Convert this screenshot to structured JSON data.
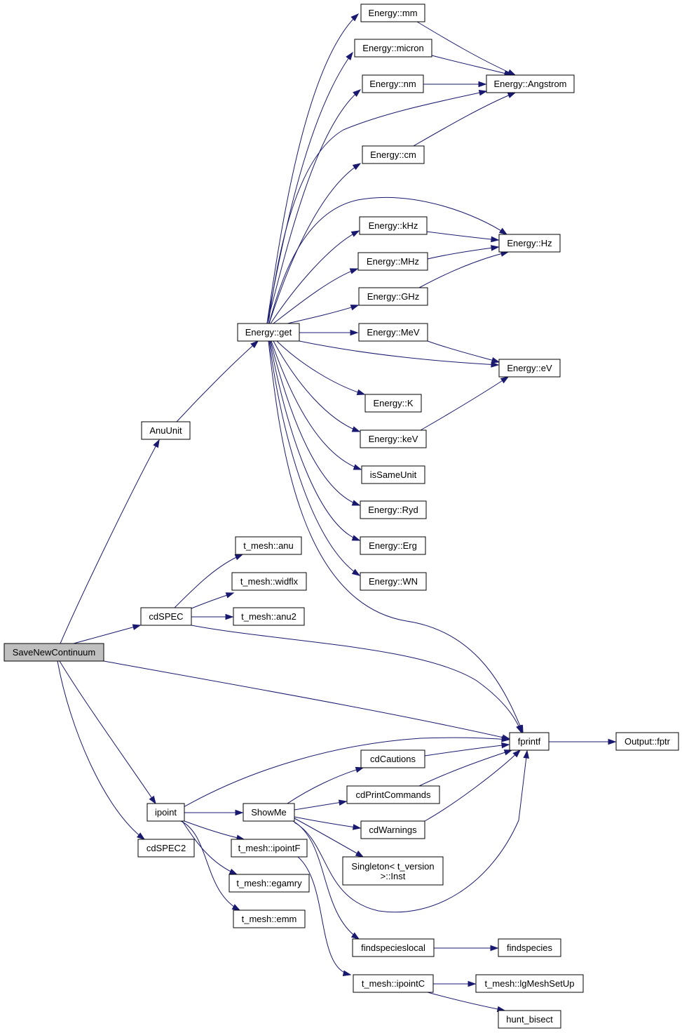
{
  "colors": {
    "edge": "#191970",
    "node_fill": "#ffffff",
    "node_border": "#000000",
    "root_fill": "#bfbfbf"
  },
  "nodes": {
    "savenewcontinuum": "SaveNewContinuum",
    "anuunit": "AnuUnit",
    "energy_get": "Energy::get",
    "energy_mm": "Energy::mm",
    "energy_micron": "Energy::micron",
    "energy_nm": "Energy::nm",
    "energy_angstrom": "Energy::Angstrom",
    "energy_cm": "Energy::cm",
    "energy_khz": "Energy::kHz",
    "energy_mhz": "Energy::MHz",
    "energy_ghz": "Energy::GHz",
    "energy_hz": "Energy::Hz",
    "energy_mev": "Energy::MeV",
    "energy_ev": "Energy::eV",
    "energy_k": "Energy::K",
    "energy_kev": "Energy::keV",
    "issameunit": "isSameUnit",
    "energy_ryd": "Energy::Ryd",
    "energy_erg": "Energy::Erg",
    "energy_wn": "Energy::WN",
    "t_mesh_anu": "t_mesh::anu",
    "t_mesh_widflx": "t_mesh::widflx",
    "cdspec": "cdSPEC",
    "t_mesh_anu2": "t_mesh::anu2",
    "fprintf": "fprintf",
    "output_fptr": "Output::fptr",
    "cdcautions": "cdCautions",
    "cdprintcommands": "cdPrintCommands",
    "ipoint": "ipoint",
    "showme": "ShowMe",
    "cdwarnings": "cdWarnings",
    "cdspec2": "cdSPEC2",
    "t_mesh_ipointf": "t_mesh::ipointF",
    "singleton_line1": "Singleton< t_version",
    "singleton_line2": ">::Inst",
    "t_mesh_egamry": "t_mesh::egamry",
    "t_mesh_emm": "t_mesh::emm",
    "findspecieslocal": "findspecieslocal",
    "findspecies": "findspecies",
    "t_mesh_ipointc": "t_mesh::ipointC",
    "t_mesh_lgmeshsetup": "t_mesh::lgMeshSetUp",
    "hunt_bisect": "hunt_bisect"
  },
  "edges": [
    [
      "savenewcontinuum",
      "anuunit"
    ],
    [
      "savenewcontinuum",
      "cdspec"
    ],
    [
      "savenewcontinuum",
      "fprintf"
    ],
    [
      "savenewcontinuum",
      "ipoint"
    ],
    [
      "savenewcontinuum",
      "cdspec2"
    ],
    [
      "anuunit",
      "energy_get"
    ],
    [
      "energy_get",
      "energy_mm"
    ],
    [
      "energy_get",
      "energy_micron"
    ],
    [
      "energy_get",
      "energy_nm"
    ],
    [
      "energy_get",
      "energy_angstrom"
    ],
    [
      "energy_get",
      "energy_cm"
    ],
    [
      "energy_get",
      "energy_khz"
    ],
    [
      "energy_get",
      "energy_hz"
    ],
    [
      "energy_get",
      "energy_mhz"
    ],
    [
      "energy_get",
      "energy_ghz"
    ],
    [
      "energy_get",
      "energy_mev"
    ],
    [
      "energy_get",
      "energy_ev"
    ],
    [
      "energy_get",
      "energy_k"
    ],
    [
      "energy_get",
      "energy_kev"
    ],
    [
      "energy_get",
      "issameunit"
    ],
    [
      "energy_get",
      "energy_ryd"
    ],
    [
      "energy_get",
      "energy_erg"
    ],
    [
      "energy_get",
      "energy_wn"
    ],
    [
      "energy_get",
      "fprintf"
    ],
    [
      "energy_mm",
      "energy_angstrom"
    ],
    [
      "energy_micron",
      "energy_angstrom"
    ],
    [
      "energy_nm",
      "energy_angstrom"
    ],
    [
      "energy_cm",
      "energy_angstrom"
    ],
    [
      "energy_khz",
      "energy_hz"
    ],
    [
      "energy_mhz",
      "energy_hz"
    ],
    [
      "energy_ghz",
      "energy_hz"
    ],
    [
      "energy_mev",
      "energy_ev"
    ],
    [
      "energy_kev",
      "energy_ev"
    ],
    [
      "cdspec",
      "t_mesh_anu"
    ],
    [
      "cdspec",
      "t_mesh_widflx"
    ],
    [
      "cdspec",
      "t_mesh_anu2"
    ],
    [
      "cdspec",
      "fprintf"
    ],
    [
      "fprintf",
      "output_fptr"
    ],
    [
      "ipoint",
      "fprintf"
    ],
    [
      "ipoint",
      "showme"
    ],
    [
      "ipoint",
      "t_mesh_ipointf"
    ],
    [
      "ipoint",
      "t_mesh_egamry"
    ],
    [
      "ipoint",
      "t_mesh_emm"
    ],
    [
      "showme",
      "cdcautions"
    ],
    [
      "showme",
      "cdprintcommands"
    ],
    [
      "showme",
      "cdwarnings"
    ],
    [
      "showme",
      "singleton"
    ],
    [
      "showme",
      "fprintf"
    ],
    [
      "showme",
      "findspecieslocal"
    ],
    [
      "cdcautions",
      "fprintf"
    ],
    [
      "cdprintcommands",
      "fprintf"
    ],
    [
      "cdwarnings",
      "fprintf"
    ],
    [
      "findspecieslocal",
      "findspecies"
    ],
    [
      "t_mesh_ipointf",
      "t_mesh_ipointc"
    ],
    [
      "t_mesh_ipointc",
      "t_mesh_lgmeshsetup"
    ],
    [
      "t_mesh_ipointc",
      "hunt_bisect"
    ]
  ]
}
